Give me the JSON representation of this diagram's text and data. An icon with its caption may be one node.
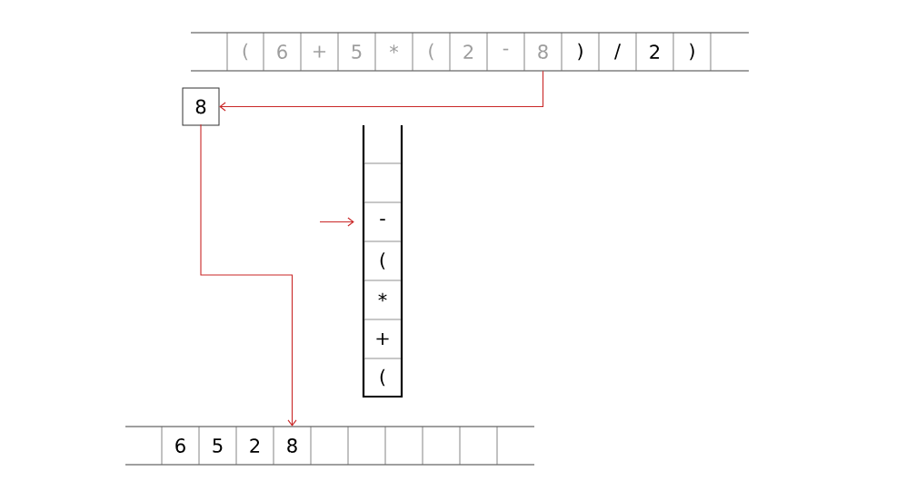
{
  "diagram": {
    "nodes": [
      {
        "text": [],
        "shape": "box"
      },
      {
        "text": [
          "("
        ]
      },
      {
        "text": [
          "6"
        ]
      },
      {
        "text": [
          "+"
        ]
      },
      {
        "text": [
          "5"
        ]
      },
      {
        "text": [
          "*"
        ]
      },
      {
        "text": [
          "("
        ]
      },
      {
        "text": [
          "2"
        ]
      },
      {
        "text": [
          "-"
        ]
      },
      {
        "text": [
          "8"
        ]
      },
      {
        "text": [
          ")"
        ]
      },
      {
        "text": [
          "/"
        ]
      },
      {
        "text": [
          "2"
        ]
      },
      {
        "text": [
          ")"
        ]
      },
      {
        "text": [],
        "shape": "box"
      },
      {
        "text": [
          "8"
        ]
      },
      {
        "text": [],
        "shape": "box"
      },
      {
        "text": [],
        "shape": "box"
      },
      {
        "text": [
          "-"
        ]
      },
      {
        "text": [
          "("
        ]
      },
      {
        "text": [
          "*"
        ]
      },
      {
        "text": [
          "+"
        ]
      },
      {
        "text": [
          "("
        ]
      },
      {
        "text": [],
        "shape": "box"
      },
      {
        "text": [
          "6"
        ]
      },
      {
        "text": [
          "5"
        ]
      },
      {
        "text": [
          "2"
        ]
      },
      {
        "text": [
          "8"
        ]
      },
      {
        "text": [],
        "shape": "box"
      },
      {
        "text": [],
        "shape": "box"
      },
      {
        "text": [],
        "shape": "box"
      },
      {
        "text": [],
        "shape": "box"
      },
      {
        "text": [],
        "shape": "box"
      },
      {
        "text": [],
        "shape": "box"
      }
    ],
    "edges": [
      {
        "from": 9,
        "to": 15,
        "arrow": "to"
      },
      {
        "from": 15,
        "to": 27,
        "arrow": "to"
      },
      {
        "from": null,
        "to": 18,
        "arrow": "to"
      }
    ]
  }
}
